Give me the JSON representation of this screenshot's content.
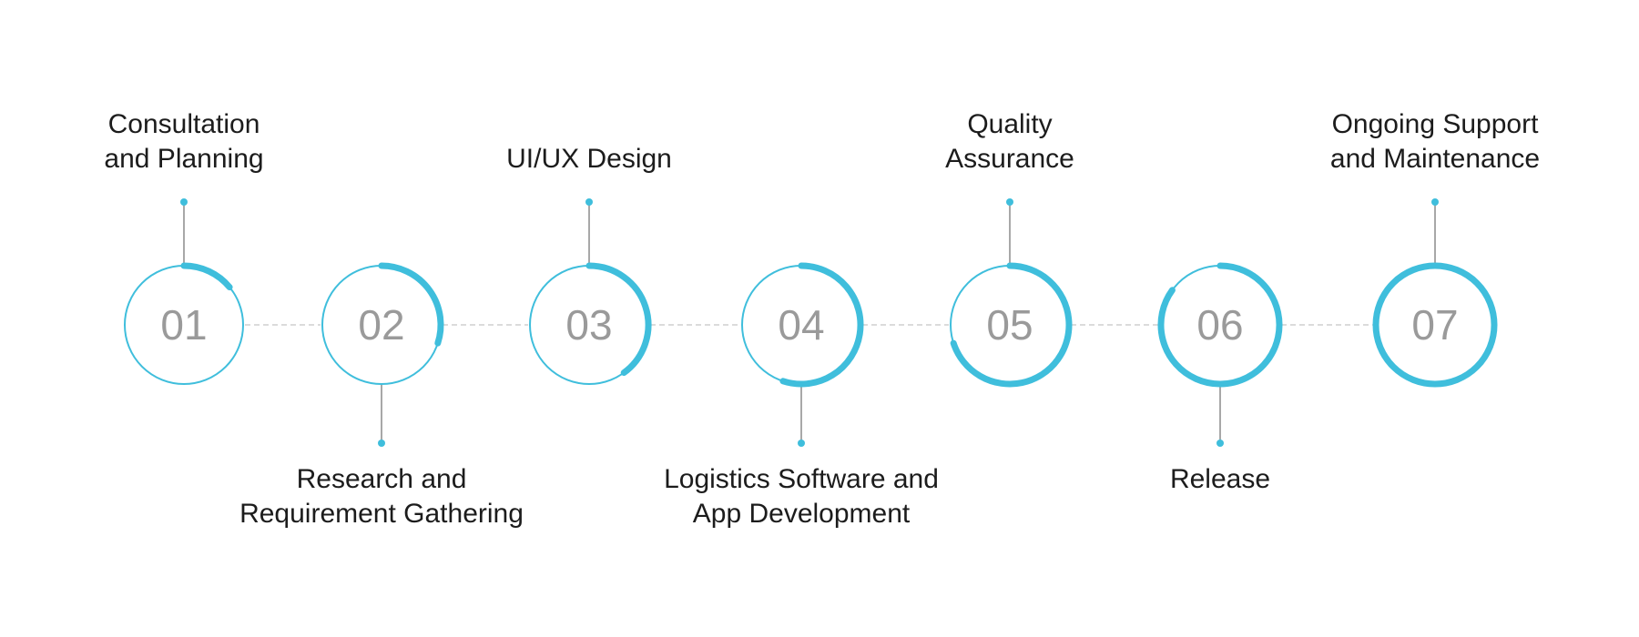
{
  "colors": {
    "accent": "#3fbedc",
    "connector": "#cfcfcf",
    "stem": "#8a8a8a",
    "number": "#9a9a9a",
    "label": "#1c1c1c"
  },
  "steps": [
    {
      "number": "01",
      "label": "Consultation\nand Planning",
      "label_position": "top",
      "progress": 0.14
    },
    {
      "number": "02",
      "label": "Research and\nRequirement Gathering",
      "label_position": "bottom",
      "progress": 0.3
    },
    {
      "number": "03",
      "label": "UI/UX Design",
      "label_position": "top",
      "progress": 0.4
    },
    {
      "number": "04",
      "label": "Logistics Software and\nApp Development",
      "label_position": "bottom",
      "progress": 0.55
    },
    {
      "number": "05",
      "label": "Quality\nAssurance",
      "label_position": "top",
      "progress": 0.7
    },
    {
      "number": "06",
      "label": "Release",
      "label_position": "bottom",
      "progress": 0.85
    },
    {
      "number": "07",
      "label": "Ongoing Support\nand Maintenance",
      "label_position": "top",
      "progress": 1.0
    }
  ]
}
